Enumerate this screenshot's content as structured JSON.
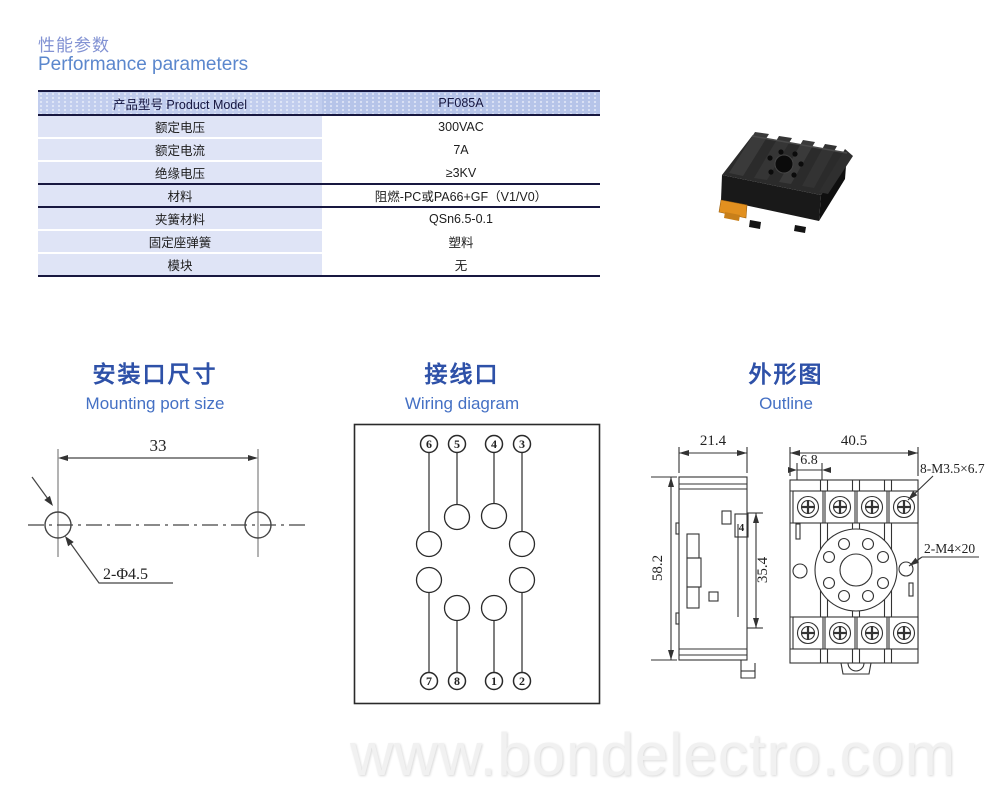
{
  "page_title": {
    "zh": "性能参数",
    "en": "Performance parameters"
  },
  "spec_table": {
    "header_label": "产品型号 Product Model",
    "header_value": "PF085A",
    "rows": [
      {
        "label": "额定电压",
        "value": "300VAC"
      },
      {
        "label": "额定电流",
        "value": "7A"
      },
      {
        "label": "绝缘电压",
        "value": "≥3KV"
      },
      {
        "label": "材料",
        "value": "阻燃-PC或PA66+GF（V1/V0）"
      },
      {
        "label": "夹簧材料",
        "value": "QSn6.5-0.1"
      },
      {
        "label": "固定座弹簧",
        "value": "塑料"
      },
      {
        "label": "模块",
        "value": "无"
      }
    ]
  },
  "sections": {
    "mounting": {
      "zh": "安装口尺寸",
      "en": "Mounting port size"
    },
    "wiring": {
      "zh": "接线口",
      "en": "Wiring diagram"
    },
    "outline": {
      "zh": "外形图",
      "en": "Outline"
    }
  },
  "mounting_diagram": {
    "width_dim": "33",
    "holes_label": "2-Φ4.5"
  },
  "wiring_diagram": {
    "top_pins": [
      "6",
      "5",
      "4",
      "3"
    ],
    "bottom_pins": [
      "7",
      "8",
      "1",
      "2"
    ]
  },
  "outline_diagram": {
    "side_width": "21.4",
    "side_height": "58.2",
    "inner_height": "35.4",
    "front_width": "40.5",
    "terminal_offset": "6.8",
    "screw_spec": "8-M3.5×6.7",
    "mounting_screw_spec": "2-M4×20",
    "detail_mark": "4"
  },
  "watermark": "www.bondelectro.com",
  "colors": {
    "accent_blue": "#2e51a8",
    "title_periwinkle": "#8292d3",
    "table_header_bg": "#b6c4e9",
    "table_row_bg": "#dfe4f6",
    "dark_rule": "#181840",
    "clip_orange": "#e2901f"
  }
}
